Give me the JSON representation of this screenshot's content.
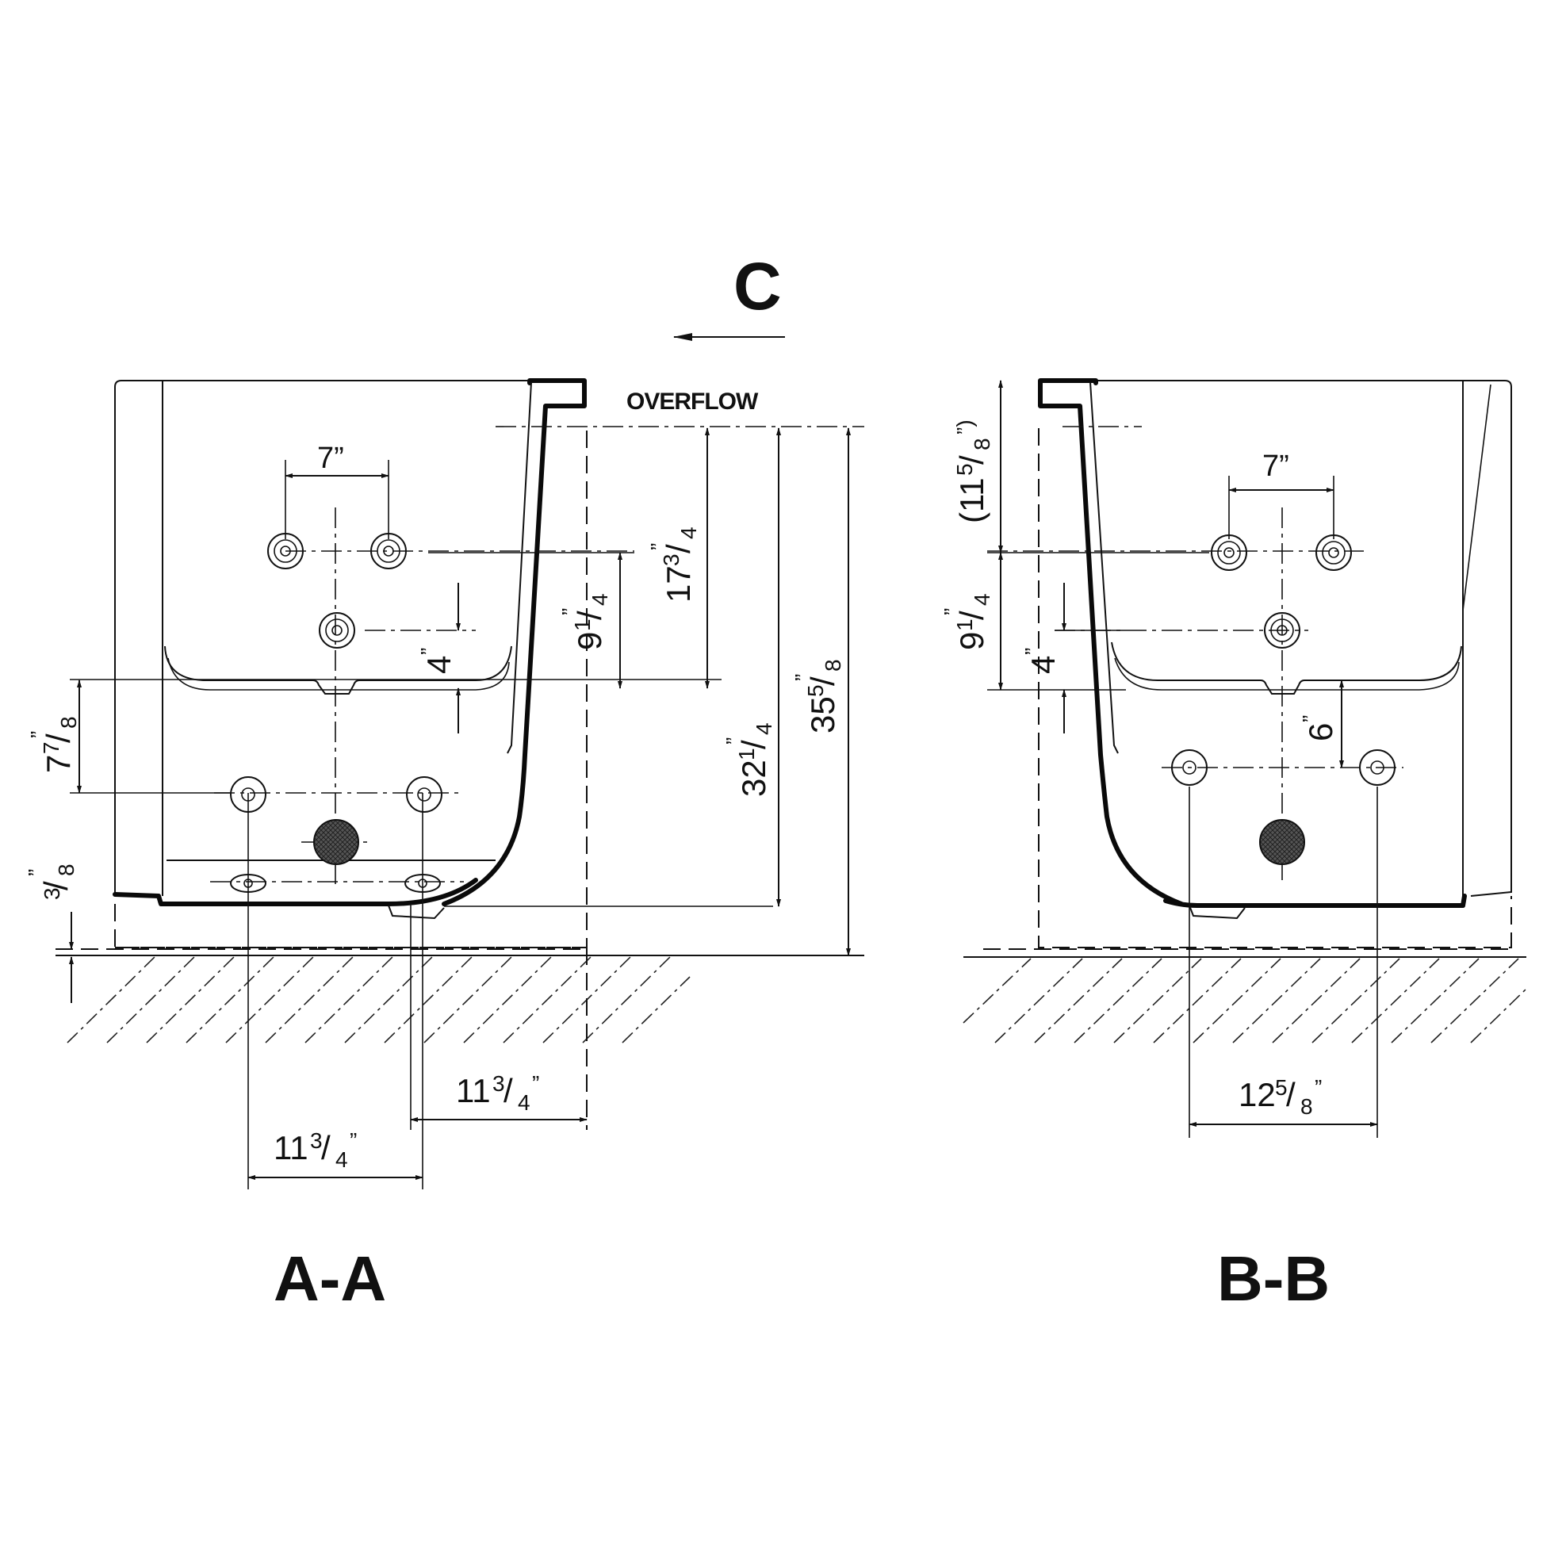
{
  "view_arrow": {
    "label": "C"
  },
  "callouts": {
    "overflow": "OVERFLOW"
  },
  "views": [
    {
      "id": "A-A",
      "label": "A-A",
      "dims": {
        "jet_spacing_top": "7”",
        "overflow_to_jets": {
          "whole": "17",
          "num": "3",
          "den": "4",
          "mark": "”"
        },
        "jets_to_seat": {
          "whole": "9",
          "num": "1",
          "den": "4",
          "mark": "”"
        },
        "jet_lower": {
          "whole": "4",
          "mark": "”"
        },
        "seat_to_low_jets": {
          "whole": "7",
          "num": "7",
          "den": "8",
          "mark": "”"
        },
        "foot_clearance": {
          "whole": "",
          "num": "3",
          "den": "8",
          "mark": "”"
        },
        "overflow_height": {
          "whole": "32",
          "num": "1",
          "den": "4",
          "mark": "”"
        },
        "total_height": {
          "whole": "35",
          "num": "5",
          "den": "8",
          "mark": "”"
        },
        "drain_offset_right": {
          "whole": "11",
          "num": "3",
          "den": "4",
          "mark": "”"
        },
        "drain_offset_left": {
          "whole": "11",
          "num": "3",
          "den": "4",
          "mark": "”"
        }
      }
    },
    {
      "id": "B-B",
      "label": "B-B",
      "dims": {
        "jet_spacing_top": "7”",
        "rim_to_jets": {
          "prefix": "(",
          "whole": "11",
          "num": "5",
          "den": "8",
          "mark": "”)"
        },
        "jets_to_seat": {
          "whole": "9",
          "num": "1",
          "den": "4",
          "mark": "”"
        },
        "jet_lower": {
          "whole": "4",
          "mark": "”"
        },
        "seat_to_low_jets": {
          "whole": "6",
          "mark": "”"
        },
        "low_jet_spacing": {
          "whole": "12",
          "num": "5",
          "den": "8",
          "mark": "”"
        }
      }
    }
  ]
}
